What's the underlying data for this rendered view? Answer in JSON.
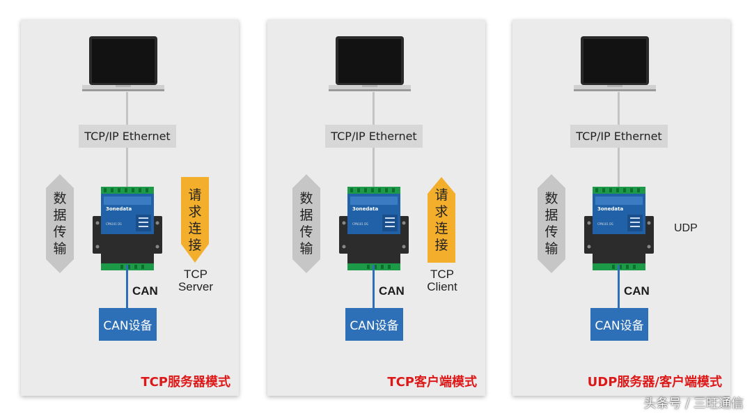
{
  "panels": [
    {
      "ethernet_label": "TCP/IP Ethernet",
      "data_transfer_label": "数据传输",
      "request_label": "请求连接",
      "request_direction": "down",
      "mode_label": "TCP\nServer",
      "bus_label": "CAN",
      "device_label": "CAN设备",
      "title": "TCP服务器模式"
    },
    {
      "ethernet_label": "TCP/IP Ethernet",
      "data_transfer_label": "数据传输",
      "request_label": "请求连接",
      "request_direction": "up",
      "mode_label": "TCP\nClient",
      "bus_label": "CAN",
      "device_label": "CAN设备",
      "title": "TCP客户端模式"
    },
    {
      "ethernet_label": "TCP/IP Ethernet",
      "data_transfer_label": "数据传输",
      "mode_label": "UDP",
      "bus_label": "CAN",
      "device_label": "CAN设备",
      "title": "UDP服务器/客户端模式"
    }
  ],
  "device": {
    "brand": "3onedata",
    "model": "CPN101 DS"
  },
  "watermark": "头条号 / 三旺通信",
  "colors": {
    "panel_bg": "#ebebeb",
    "can_blue": "#2e70b8",
    "request_orange": "#f3ae2c",
    "title_red": "#dd1818",
    "arrow_gray": "#c6c6c6"
  }
}
